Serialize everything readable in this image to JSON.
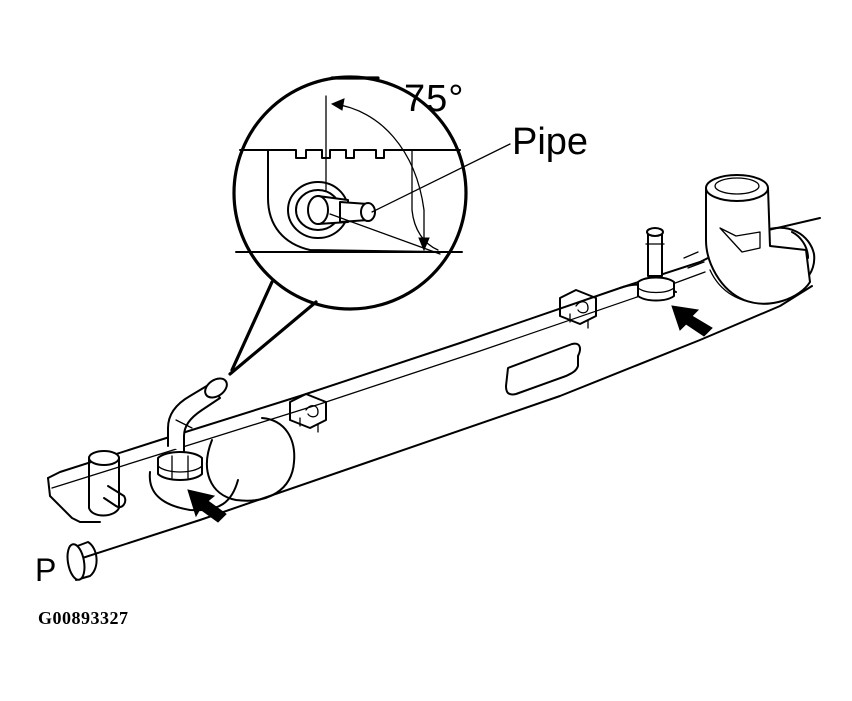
{
  "labels": {
    "angle": "75°",
    "pipe": "Pipe",
    "plug": "P",
    "figure_id": "G00893327"
  },
  "icons": [
    "arrow-icon",
    "arrow-icon"
  ],
  "colors": {
    "ink": "#000000",
    "background": "#ffffff"
  }
}
